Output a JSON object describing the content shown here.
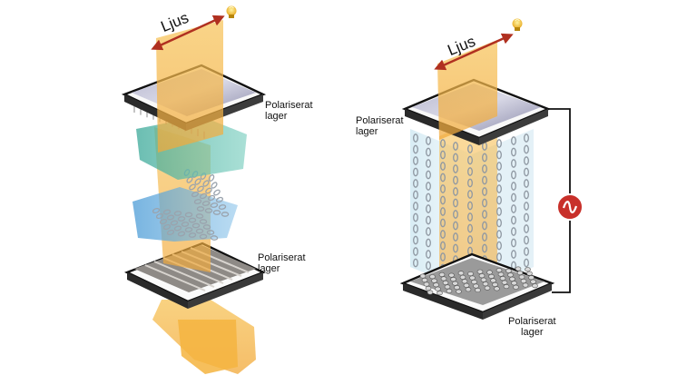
{
  "labels": {
    "light": "Ljus",
    "polarizer_line1": "Polariserat",
    "polarizer_line2": "lager"
  },
  "colors": {
    "light_beam": "#f5b942",
    "arrow": "#b03020",
    "glass_top": "#9a9ab8",
    "alignment_layer_1": "#4fb3a3",
    "alignment_layer_2": "#4a9bd6",
    "molecule": "#9aa3ad",
    "voltage_source": "#c8302a"
  },
  "icons": {
    "light_source": "light-bulb-icon",
    "voltage_source": "ac-voltage-source-icon"
  }
}
